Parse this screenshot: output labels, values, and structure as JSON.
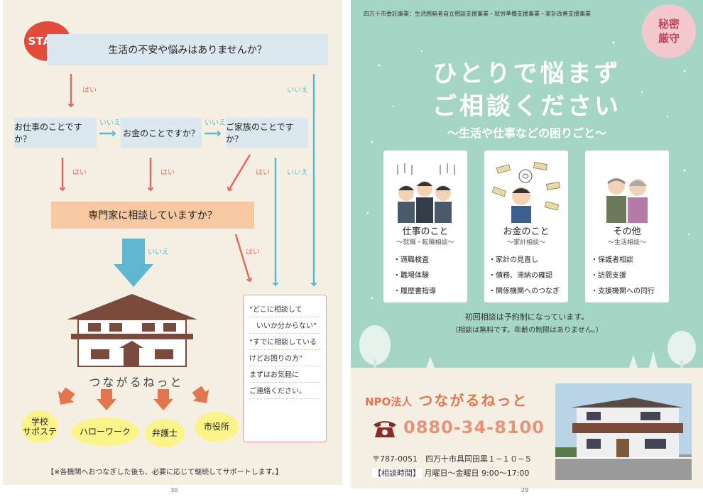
{
  "left": {
    "start": "START",
    "q1": "生活の不安や悩みはありませんか？",
    "q_work": "お仕事のことですか？",
    "q_money": "お金のことですか？",
    "q_family": "ご家族のことですか？",
    "q_expert": "専門家に相談していますか？",
    "yes": "はい",
    "no": "いいえ",
    "message_lines": [
      "“どこに相談して",
      "いいか分からない”",
      "“すでに相談している",
      "けどお困りの方”",
      "まずはお気軽に",
      "ご連絡ください。"
    ],
    "house_name": "つながるねっと",
    "destinations": [
      "学校\nサポステ",
      "ハローワーク",
      "弁護士",
      "市役所"
    ],
    "footer_note": "【※各機関へおつなぎした後も、必要に応じて継続してサポートします。】",
    "page_number": "30"
  },
  "right": {
    "project_line": "四万十市委託事業：生活困窮者自立相談支援事業・就労準備支援事業・家計改善支援事業",
    "secret_badge": [
      "秘密",
      "厳守"
    ],
    "title_lines": [
      "ひとりで悩まず",
      "ご相談ください"
    ],
    "subtitle": "〜生活や仕事などの困りごと〜",
    "cards": [
      {
        "title": "仕事のこと",
        "sub": "〜就職・転職相談〜",
        "items": [
          "・適職検査",
          "・職場体験",
          "・履歴書指導"
        ]
      },
      {
        "title": "お金のこと",
        "sub": "〜家計相談〜",
        "items": [
          "・家計の見直し",
          "・債務、滞納の確認",
          "・関係機関へのつなぎ"
        ]
      },
      {
        "title": "その他",
        "sub": "〜生活相談〜",
        "items": [
          "・保護者相談",
          "・訪問支援",
          "・支援機関への同行"
        ]
      }
    ],
    "note1": "初回相談は予約制になっています。",
    "note2": "（相談は無料です。年齢の制限はありません。）",
    "org_prefix": "NPO法人",
    "org_name": "つながるねっと",
    "phone": "0880-34-8100",
    "address": "〒787-0051　四万十市具同田黒１−１０−５",
    "hours_label": "【相談時間】",
    "hours": "月曜日〜金曜日 9:00〜17:00",
    "page_number": "29"
  },
  "colors": {
    "mint": "#a5d6c5",
    "cream": "#f6f0e4",
    "coral": "#e36a5b",
    "sky": "#5fb6cf",
    "start_red": "#e34b3a",
    "orange_text": "#e3754f"
  }
}
